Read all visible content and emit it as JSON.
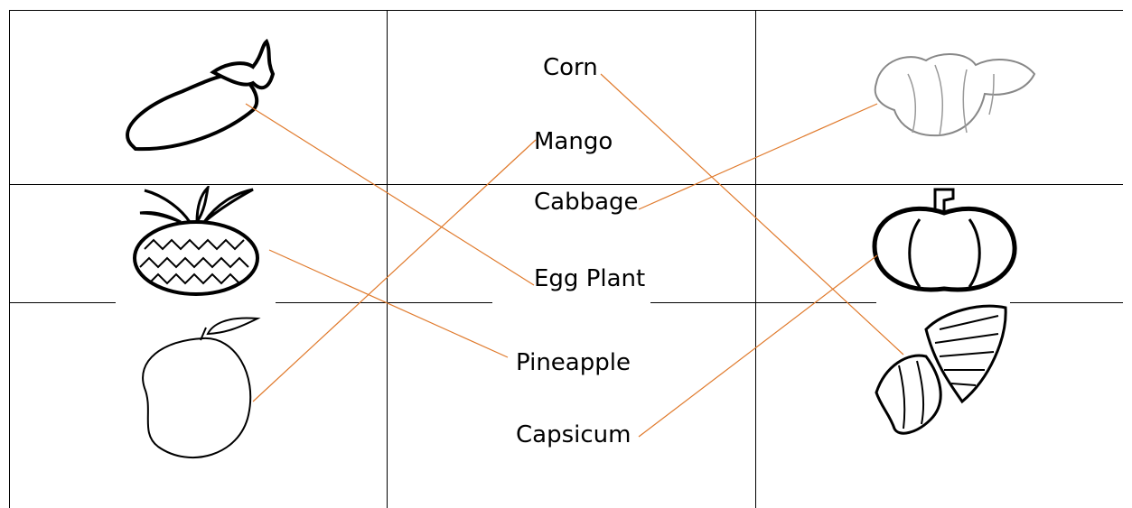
{
  "worksheet": {
    "words": [
      {
        "id": "corn",
        "text": "Corn"
      },
      {
        "id": "mango",
        "text": "Mango"
      },
      {
        "id": "cabbage",
        "text": "Cabbage"
      },
      {
        "id": "egg-plant",
        "text": "Egg Plant"
      },
      {
        "id": "pineapple",
        "text": "Pineapple"
      },
      {
        "id": "capsicum",
        "text": "Capsicum"
      }
    ],
    "left_pictures": [
      "eggplant",
      "pineapple",
      "mango"
    ],
    "right_pictures": [
      "cabbage",
      "capsicum",
      "corn"
    ],
    "matches": [
      {
        "picture": "eggplant",
        "word": "Egg Plant"
      },
      {
        "picture": "pineapple",
        "word": "Pineapple"
      },
      {
        "picture": "mango",
        "word": "Mango"
      },
      {
        "picture": "cabbage",
        "word": "Cabbage"
      },
      {
        "picture": "capsicum",
        "word": "Capsicum"
      },
      {
        "picture": "corn",
        "word": "Corn"
      }
    ],
    "line_color": "#e07a2c"
  }
}
